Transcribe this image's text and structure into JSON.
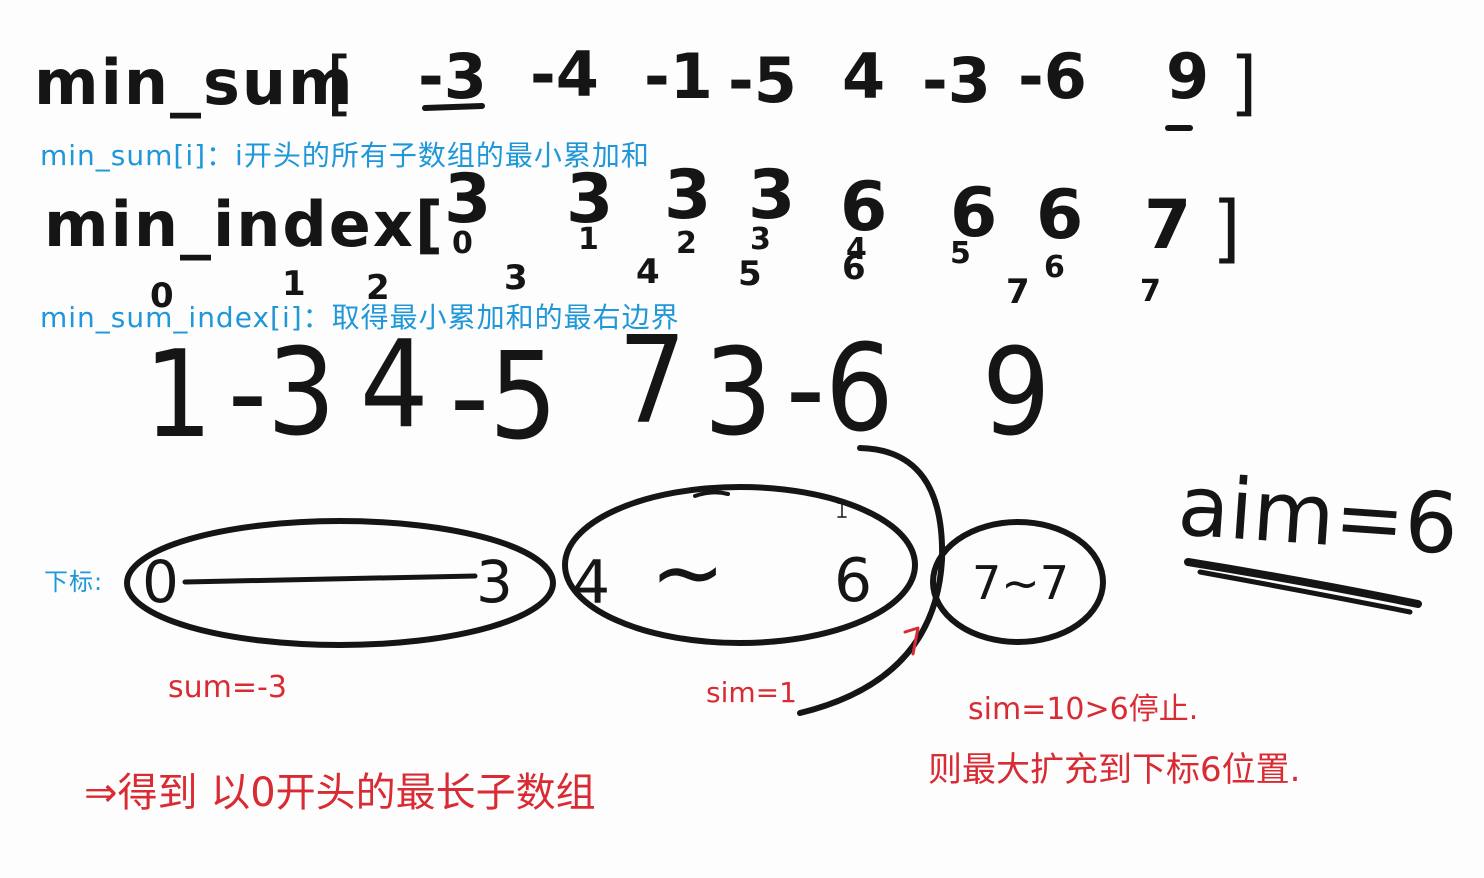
{
  "min_sum_row": {
    "label": "min_sum",
    "open": "[",
    "close": "]",
    "values": [
      "-3",
      "-4",
      "-1",
      "-5",
      "4",
      "-3",
      "-6",
      "9"
    ]
  },
  "min_sum_note": "min_sum[i]：i开头的所有子数组的最小累加和",
  "min_index_row": {
    "label": "min_index[",
    "close": "]",
    "values": [
      "3",
      "3",
      "3",
      "3",
      "6",
      "6",
      "6",
      "7"
    ],
    "sub_indices": [
      "0",
      "1",
      "2",
      "3",
      "4",
      "5",
      "6",
      "7"
    ]
  },
  "array_indices": [
    "0",
    "1",
    "2",
    "3",
    "4",
    "5",
    "6",
    "7"
  ],
  "min_sum_index_note": "min_sum_index[i]：取得最小累加和的最右边界",
  "array_values": [
    "1",
    "-3",
    "4",
    "-5",
    "7",
    "3",
    "-6",
    "9"
  ],
  "aim_label": "aim=6",
  "index_label": "下标:",
  "groups": {
    "first": {
      "start": "0",
      "end": "3"
    },
    "second": {
      "start": "4",
      "sep": "~",
      "end": "6"
    },
    "third": {
      "text": "7~7"
    }
  },
  "notes": {
    "sum1": "sum=-3",
    "sum2": "sim=1",
    "sum3": "sim=10>6停止.",
    "conclusion_left": "⇒得到 以0开头的最长子数组",
    "conclusion_right": "则最大扩充到下标6位置."
  },
  "colors": {
    "ink": "#151515",
    "blue": "#1f97d8",
    "red": "#d92b33"
  }
}
